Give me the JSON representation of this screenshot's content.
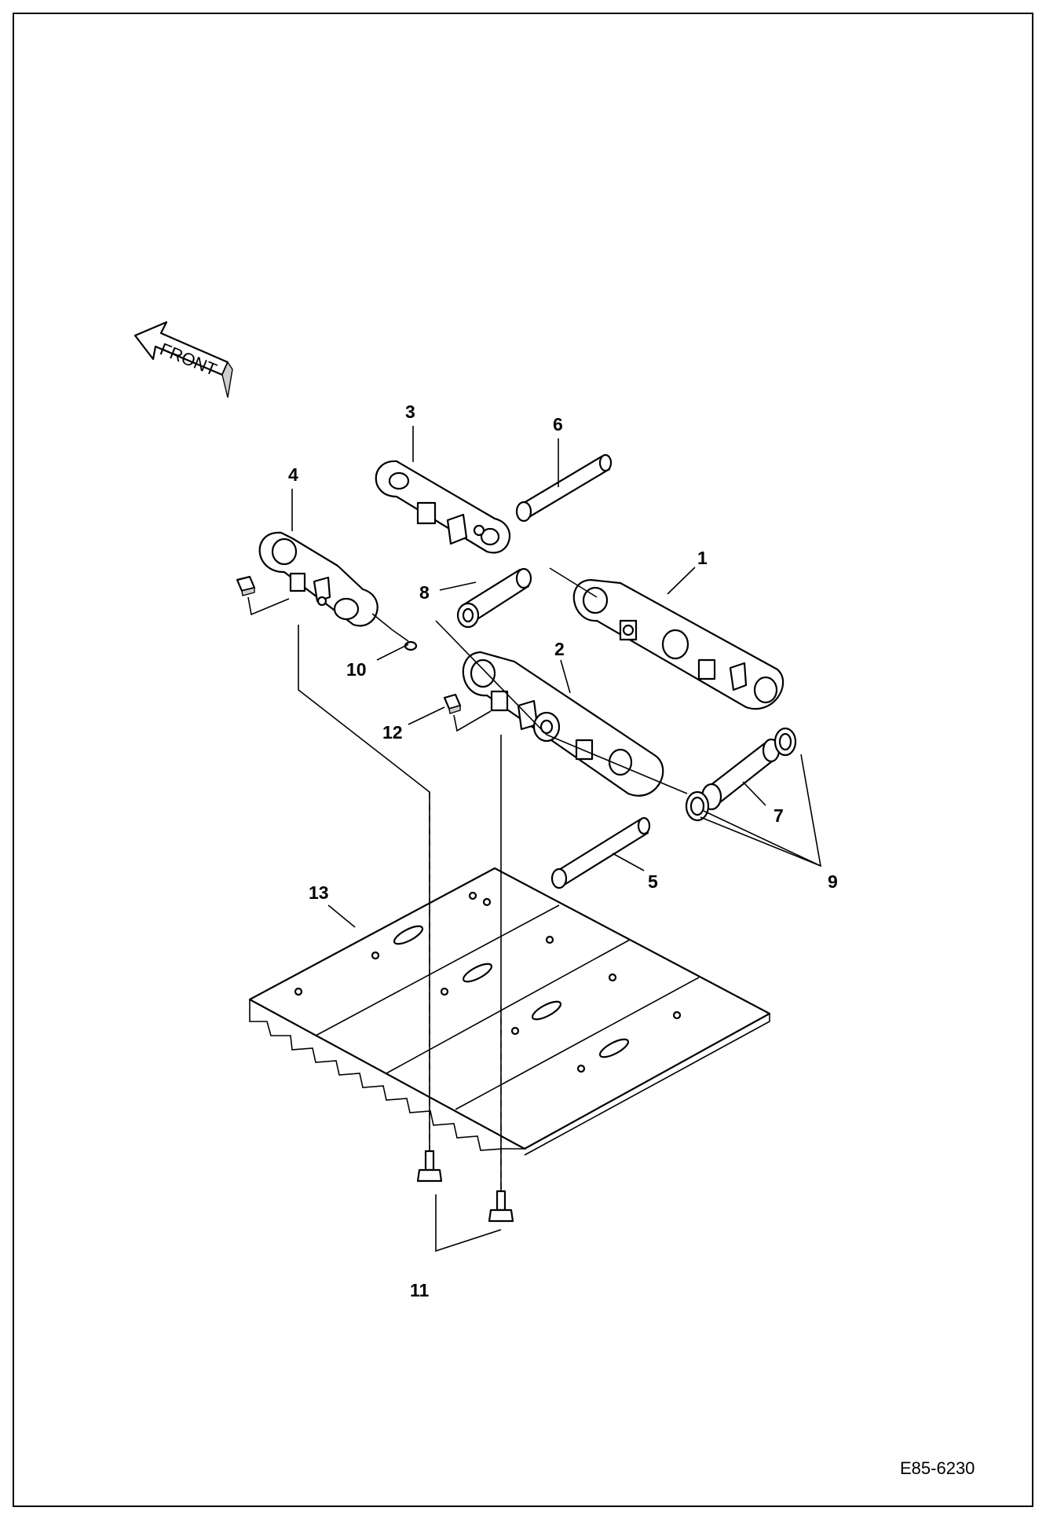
{
  "labels": {
    "front": "FRONT"
  },
  "callouts": {
    "1": "1",
    "2": "2",
    "3": "3",
    "4": "4",
    "5": "5",
    "6": "6",
    "7": "7",
    "8": "8",
    "9": "9",
    "10": "10",
    "11": "11",
    "12": "12",
    "13": "13"
  },
  "figure_code": "E85-6230"
}
